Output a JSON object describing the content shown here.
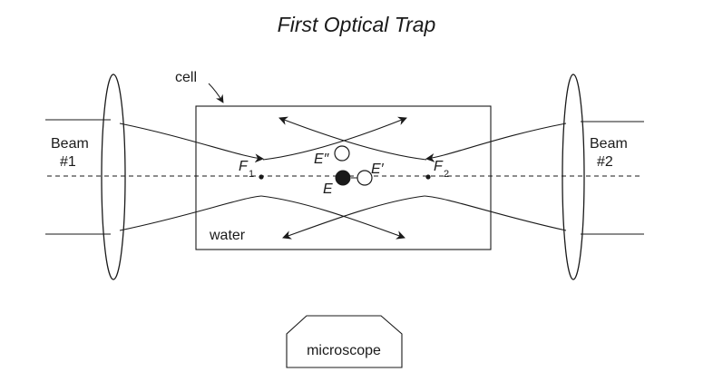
{
  "title": "First Optical Trap",
  "labels": {
    "cell": "cell",
    "beam1_line1": "Beam",
    "beam1_line2": "#1",
    "beam2_line1": "Beam",
    "beam2_line2": "#2",
    "water": "water",
    "microscope": "microscope"
  },
  "points": {
    "f1_letter": "F",
    "f1_sub": "1",
    "f2_letter": "F",
    "f2_sub": "2",
    "e": "E",
    "e_prime": "E′",
    "e_double_prime": "E″"
  }
}
